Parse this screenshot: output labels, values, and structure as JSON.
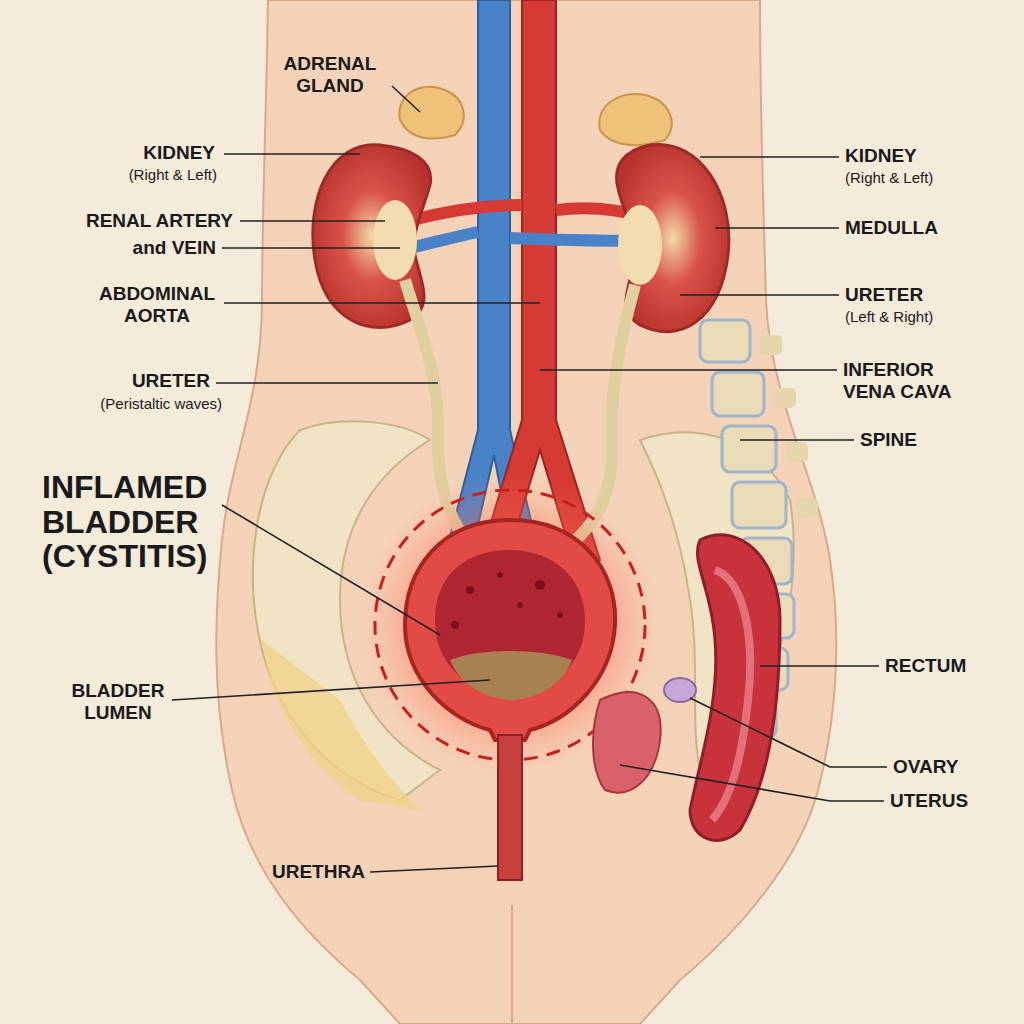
{
  "diagram": {
    "labels": [
      "ADRENAL GLAND",
      "KIDNEY",
      "(Right & Left)",
      "RENAL ARTERY",
      "and VEIN",
      "ABDOMINAL AORTA",
      "URETER",
      "(Peristaltic waves)",
      "INFLAMED BLADDER (CYSTITIS)",
      "BLADDER LUMEN",
      "URETHRA",
      "KIDNEY",
      "(Right & Left)",
      "MEDULLA",
      "URETER",
      "(Left & Right)",
      "INFERIOR VENA CAVA",
      "SPINE",
      "RECTUM",
      "OVARY",
      "UTERUS"
    ]
  }
}
